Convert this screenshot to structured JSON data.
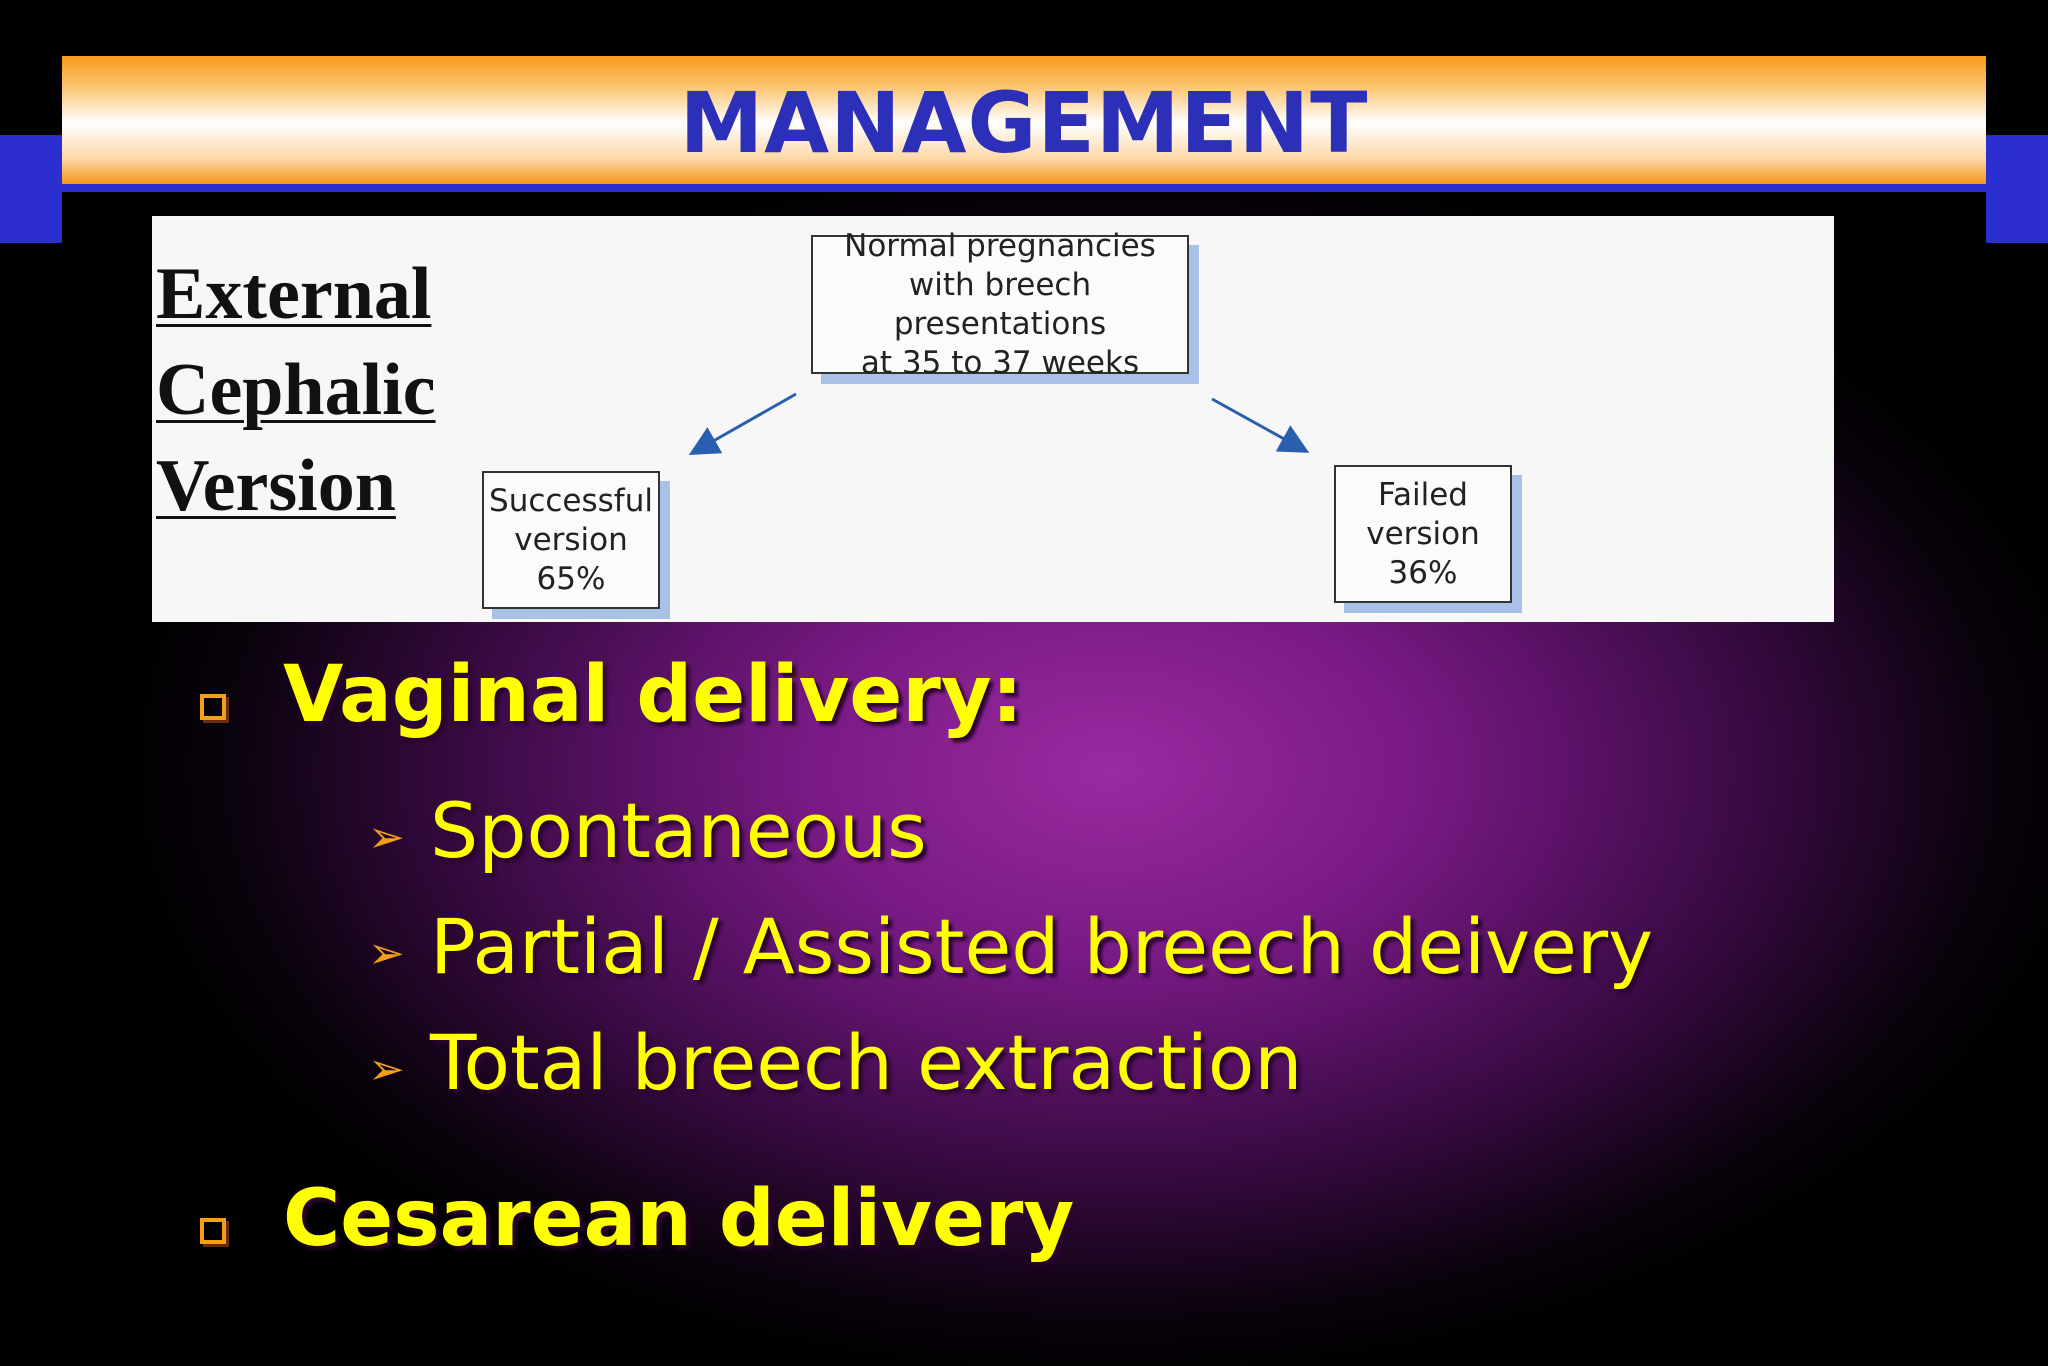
{
  "title": "MANAGEMENT",
  "figure": {
    "label_lines": [
      "External",
      "Cephalic",
      "Version"
    ],
    "top_box": [
      "Normal pregnancies",
      "with breech presentations",
      "at 35 to 37 weeks"
    ],
    "left_box": [
      "Successful",
      "version",
      "65%"
    ],
    "right_box": [
      "Failed",
      "version",
      "36%"
    ]
  },
  "bullets": [
    {
      "label": "Vaginal delivery:",
      "sub": [
        "Spontaneous",
        "Partial / Assisted breech deivery",
        "Total breech extraction"
      ]
    },
    {
      "label": "Cesarean delivery",
      "sub": []
    }
  ],
  "colors": {
    "title_text": "#2c2fb8",
    "accent_blue": "#2c2fcf",
    "bullet_text": "#ffff00",
    "bullet_marker": "#f4a016"
  }
}
